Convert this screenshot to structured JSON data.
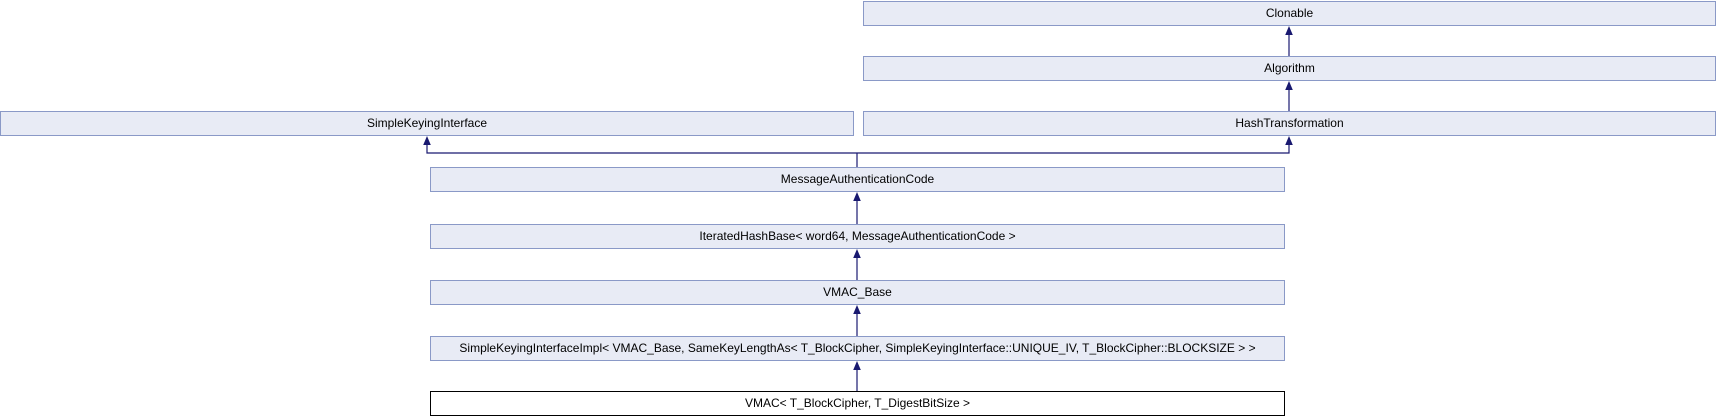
{
  "diagram": {
    "type": "class-inheritance-diagram",
    "nodes": {
      "clonable": {
        "label": "Clonable"
      },
      "algorithm": {
        "label": "Algorithm"
      },
      "simple_keying_interface": {
        "label": "SimpleKeyingInterface"
      },
      "hash_transformation": {
        "label": "HashTransformation"
      },
      "message_authentication_code": {
        "label": "MessageAuthenticationCode"
      },
      "iterated_hash_base": {
        "label": "IteratedHashBase< word64, MessageAuthenticationCode >"
      },
      "vmac_base": {
        "label": "VMAC_Base"
      },
      "simple_keying_interface_impl": {
        "label": "SimpleKeyingInterfaceImpl< VMAC_Base, SameKeyLengthAs< T_BlockCipher, SimpleKeyingInterface::UNIQUE_IV, T_BlockCipher::BLOCKSIZE > >"
      },
      "vmac": {
        "label": "VMAC< T_BlockCipher, T_DigestBitSize >"
      }
    },
    "edges": [
      {
        "from": "algorithm",
        "to": "clonable"
      },
      {
        "from": "hash_transformation",
        "to": "algorithm"
      },
      {
        "from": "message_authentication_code",
        "to": "simple_keying_interface"
      },
      {
        "from": "message_authentication_code",
        "to": "hash_transformation"
      },
      {
        "from": "iterated_hash_base",
        "to": "message_authentication_code"
      },
      {
        "from": "vmac_base",
        "to": "iterated_hash_base"
      },
      {
        "from": "simple_keying_interface_impl",
        "to": "vmac_base"
      },
      {
        "from": "vmac",
        "to": "simple_keying_interface_impl"
      }
    ],
    "colors": {
      "node_fill": "#e8ebf5",
      "node_border": "#8a99c7",
      "current_node_fill": "#ffffff",
      "current_node_border": "#000000",
      "edge": "#191970",
      "text": "#000000",
      "background": "#ffffff"
    }
  }
}
